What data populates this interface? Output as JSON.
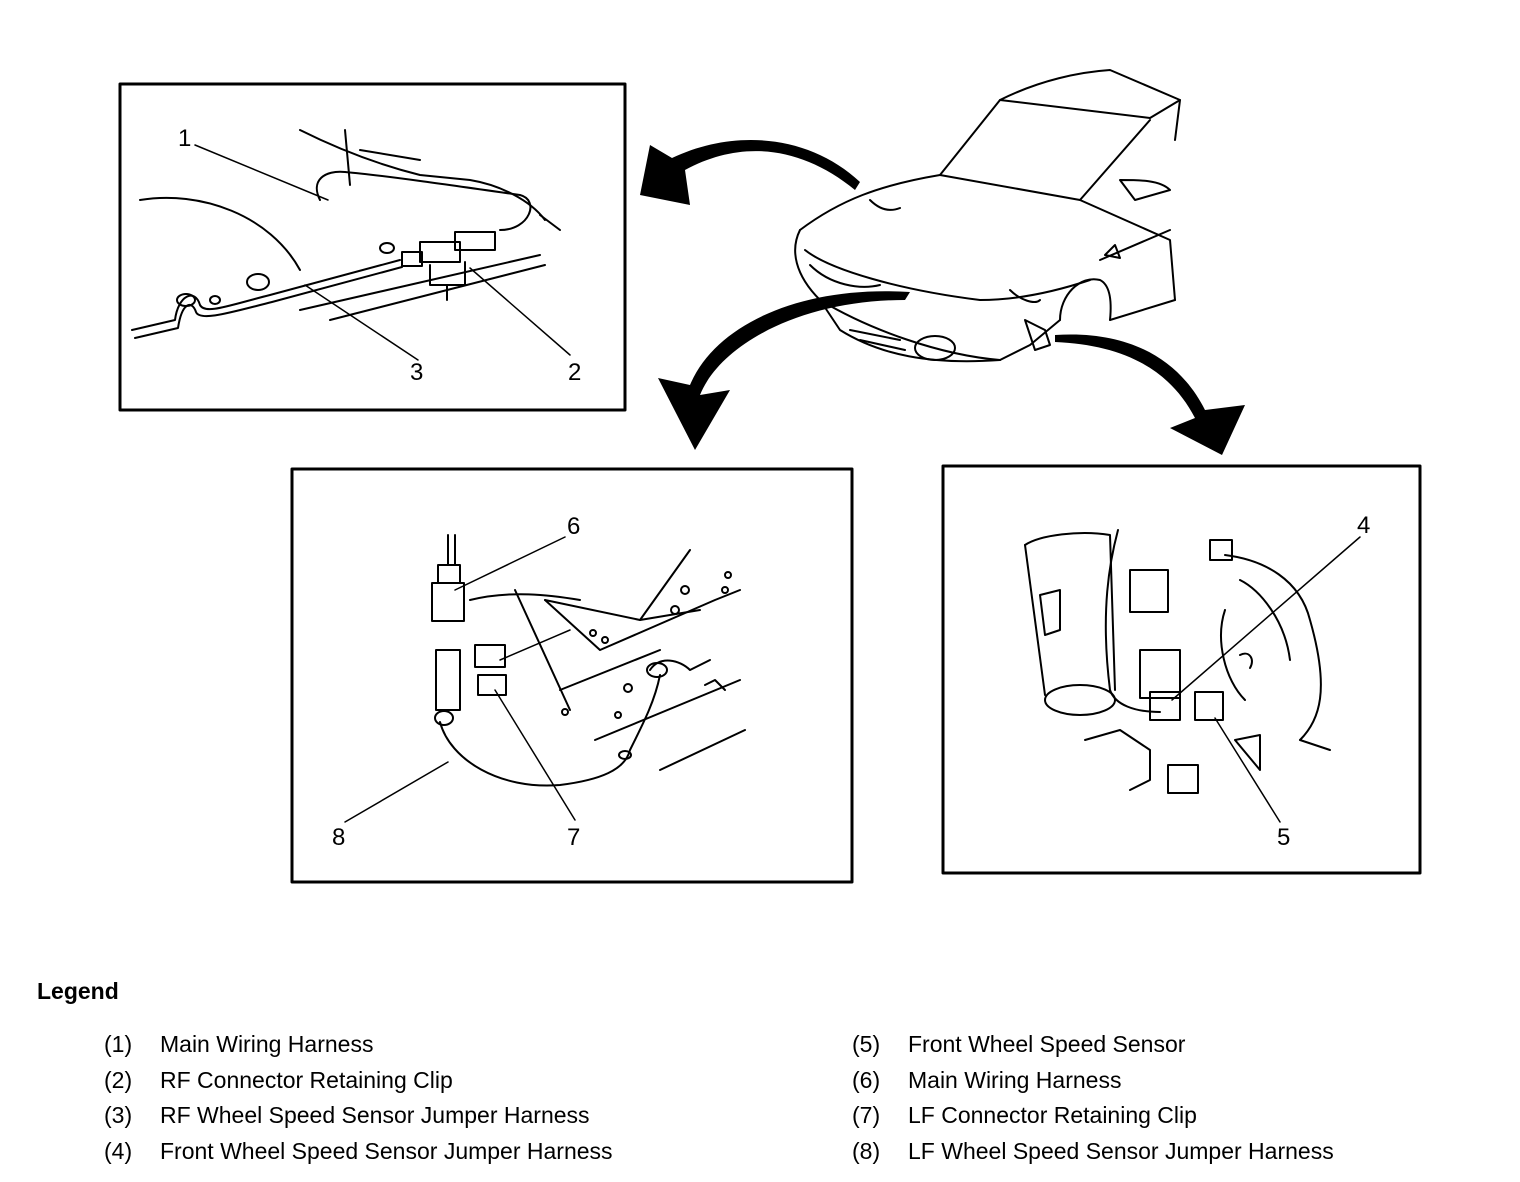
{
  "callouts": {
    "c1": "1",
    "c2": "2",
    "c3": "3",
    "c4": "4",
    "c5": "5",
    "c6": "6",
    "c7": "7",
    "c8": "8"
  },
  "legend": {
    "title": "Legend",
    "left": [
      {
        "num": "(1)",
        "label": "Main Wiring Harness"
      },
      {
        "num": "(2)",
        "label": "RF Connector Retaining Clip"
      },
      {
        "num": "(3)",
        "label": "RF Wheel Speed Sensor Jumper Harness"
      },
      {
        "num": "(4)",
        "label": "Front Wheel Speed Sensor Jumper Harness"
      }
    ],
    "right": [
      {
        "num": "(5)",
        "label": "Front Wheel Speed Sensor"
      },
      {
        "num": "(6)",
        "label": "Main Wiring Harness"
      },
      {
        "num": "(7)",
        "label": "LF Connector Retaining Clip"
      },
      {
        "num": "(8)",
        "label": "LF Wheel Speed Sensor Jumper Harness"
      }
    ]
  }
}
